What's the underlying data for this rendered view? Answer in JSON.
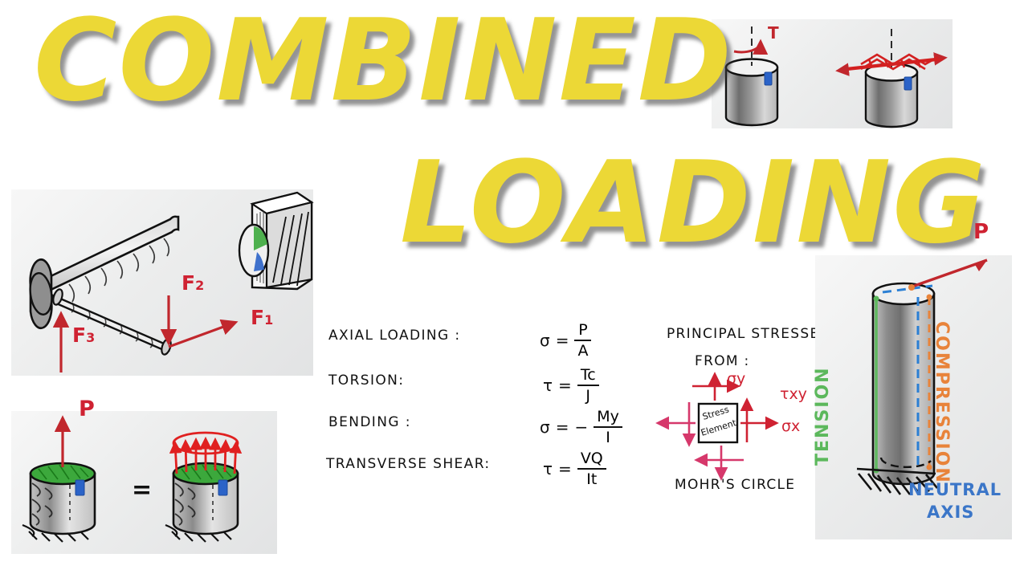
{
  "title": {
    "line1": "COMBINED",
    "line2": "LOADING",
    "color": "#ecd836"
  },
  "panels": {
    "torsion_thumb": {
      "name": "torsion-diagram"
    },
    "beam_photo": {
      "name": "beam-loading-diagram"
    },
    "axial_equiv": {
      "name": "axial-equivalence-diagram"
    },
    "column_photo": {
      "name": "bending-column-diagram"
    }
  },
  "beam_diagram": {
    "force_1": "F",
    "force_1_sub": "1",
    "force_2": "F",
    "force_2_sub": "2",
    "force_3": "F",
    "force_3_sub": "3",
    "arrow_color": "#c1272d"
  },
  "torsion_diagram": {
    "torque_label": "T",
    "arrow_color": "#c1272d"
  },
  "axial_diagram": {
    "load_label": "P",
    "equals_sign": "=",
    "arrow_color": "#c1272d",
    "top_face_color": "#3ca83c",
    "tag_color": "#2b63c8"
  },
  "formulas": {
    "rows": [
      {
        "label": "AXIAL  LOADING :",
        "symbol": "σ",
        "eq": "=",
        "sign": "",
        "num": "P",
        "den": "A"
      },
      {
        "label": "TORSION:",
        "symbol": "τ",
        "eq": "=",
        "sign": "",
        "num": "Tc",
        "den": "J"
      },
      {
        "label": "BENDING :",
        "symbol": "σ",
        "eq": "=",
        "sign": "−",
        "num": "My",
        "den": "I"
      },
      {
        "label": "TRANSVERSE SHEAR:",
        "symbol": "τ",
        "eq": "=",
        "sign": "",
        "num": "VQ",
        "den": "It"
      }
    ]
  },
  "principal": {
    "heading": "PRINCIPAL STRESSES",
    "from": "FROM :",
    "element_line1": "Stress",
    "element_line2": "Element",
    "sigma_y": "σy",
    "sigma_x": "σx",
    "tau_xy": "τxy",
    "footer": "MOHR'S CIRCLE",
    "arrow_color": "#d6386b",
    "label_color": "#cf2232"
  },
  "column": {
    "load_label": "P",
    "tension": "TENSION",
    "compression": "COMPRESSION",
    "neutral_axis_line1": "NEUTRAL",
    "neutral_axis_line2": "AXIS",
    "tension_color": "#5cb85c",
    "compression_color": "#e8833a",
    "neutral_color": "#3b76c8",
    "load_color": "#c1272d"
  }
}
